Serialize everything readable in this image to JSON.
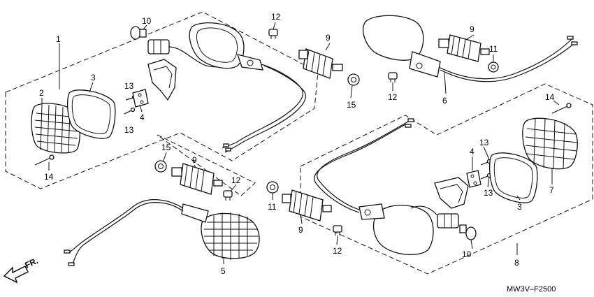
{
  "diagram": {
    "code": "MW3V‒F2500",
    "direction": "FR.",
    "callouts": {
      "c1": "1",
      "c2": "2",
      "c3a": "3",
      "c3b": "3",
      "c4a": "4",
      "c4b": "4",
      "c5": "5",
      "c6": "6",
      "c7": "7",
      "c8": "8",
      "c9a": "9",
      "c9b": "9",
      "c9c": "9",
      "c9d": "9",
      "c10a": "10",
      "c10b": "10",
      "c11a": "11",
      "c11b": "11",
      "c12a": "12",
      "c12b": "12",
      "c12c": "12",
      "c12d": "12",
      "c13a": "13",
      "c13b": "13",
      "c13c": "13",
      "c13d": "13",
      "c14a": "14",
      "c14b": "14",
      "c15a": "15",
      "c15b": "15"
    }
  }
}
